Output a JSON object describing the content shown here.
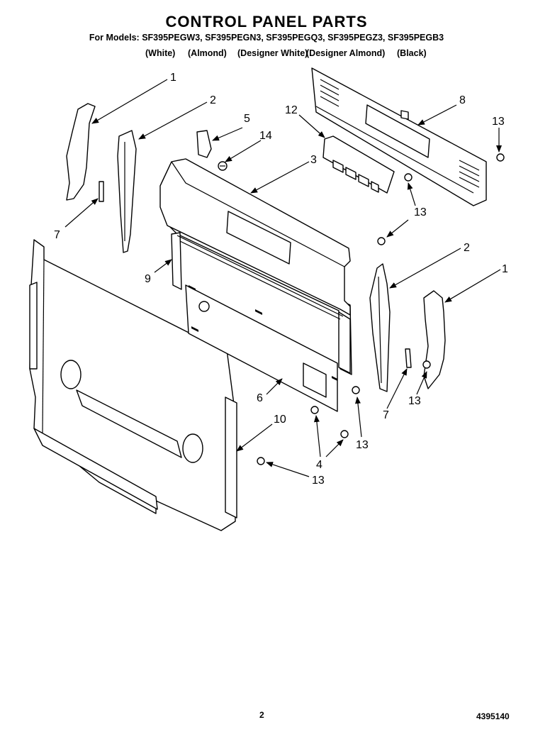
{
  "header": {
    "title": "CONTROL PANEL PARTS",
    "models": "For Models: SF395PEGW3, SF395PEGN3, SF395PEGQ3, SF395PEGZ3, SF395PEGB3",
    "colors": [
      "(White)",
      "(Almond)",
      "(Designer White)",
      "(Designer Almond)",
      "(Black)"
    ]
  },
  "callouts": {
    "c1a": "1",
    "c1b": "1",
    "c2a": "2",
    "c2b": "2",
    "c3": "3",
    "c4": "4",
    "c5": "5",
    "c6": "6",
    "c7a": "7",
    "c7b": "7",
    "c8": "8",
    "c9": "9",
    "c10": "10",
    "c12": "12",
    "c13a": "13",
    "c13b": "13",
    "c13c": "13",
    "c13d": "13",
    "c13e": "13",
    "c14": "14"
  },
  "footer": {
    "page": "2",
    "doc": "4395140"
  }
}
